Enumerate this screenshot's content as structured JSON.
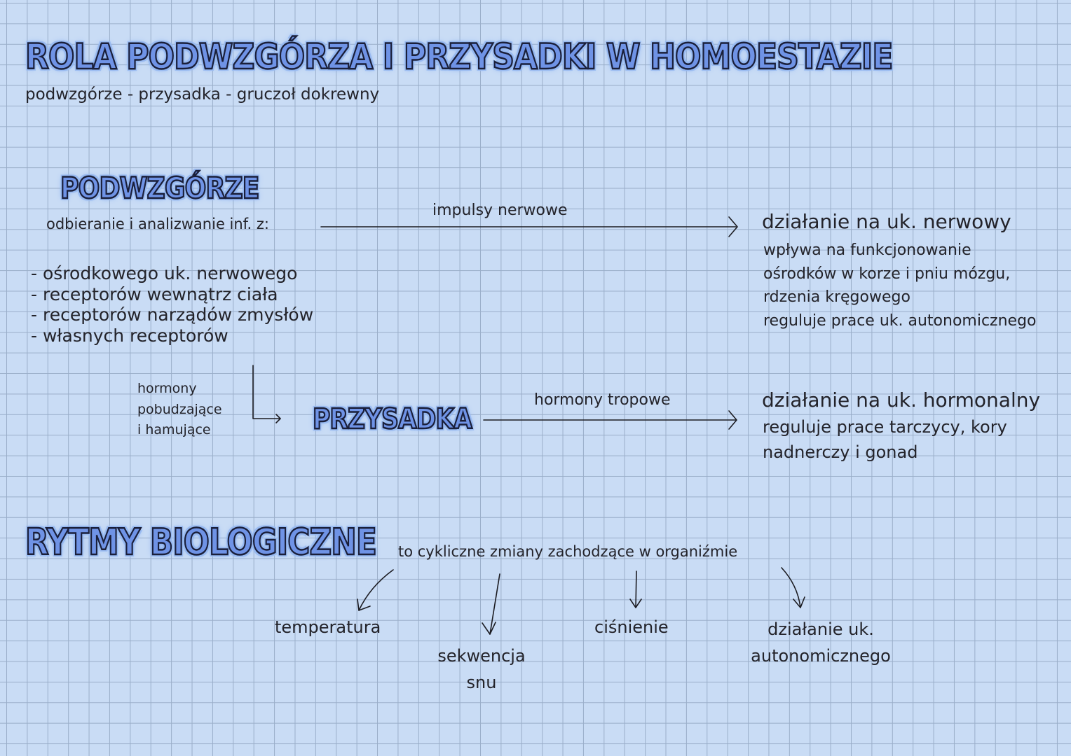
{
  "header": {
    "title": "ROLA PODWZGÓRZA I PRZYSADKI W HOMOESTAZIE",
    "subtitle": "podwzgórze - przysadka - gruczoł dokrewny"
  },
  "hypothalamus": {
    "heading": "PODWZGÓRZE",
    "receives_label": "odbieranie i analizwanie inf. z:",
    "sources": [
      "- ośrodkowego uk. nerwowego",
      "- receptorów wewnątrz ciała",
      "- receptorów narządów zmysłów",
      "- własnych receptorów"
    ],
    "arrow_label": "impulsy nerwowe",
    "hormones_label": [
      "hormony",
      "pobudzające",
      "i hamujące"
    ]
  },
  "nervous_effect": {
    "heading": "działanie na uk. nerwowy",
    "lines": [
      "wpływa na funkcjonowanie",
      "ośrodków w korze i pniu mózgu,",
      "rdzenia kręgowego",
      "reguluje prace uk. autonomicznego"
    ]
  },
  "pituitary": {
    "heading": "PRZYSADKA",
    "arrow_label": "hormony tropowe"
  },
  "hormonal_effect": {
    "heading": "działanie na uk. hormonalny",
    "lines": [
      "reguluje prace tarczycy, kory",
      "nadnerczy i gonad"
    ]
  },
  "rhythms": {
    "heading": "RYTMY BIOLOGICZNE",
    "definition": "to cykliczne zmiany zachodzące w organiźmie",
    "items": {
      "temperature": "temperatura",
      "sleep_line1": "sekwencja",
      "sleep_line2": "snu",
      "pressure": "ciśnienie",
      "autonomic_line1": "działanie uk.",
      "autonomic_line2": "autonomicznego"
    }
  }
}
